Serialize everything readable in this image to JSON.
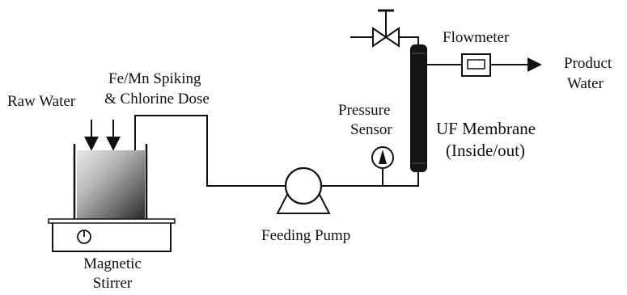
{
  "labels": {
    "raw_water": "Raw Water",
    "spiking_line1": "Fe/Mn Spiking",
    "spiking_line2": "& Chlorine Dose",
    "magnetic_line1": "Magnetic",
    "magnetic_line2": "Stirrer",
    "feeding_pump": "Feeding Pump",
    "pressure_line1": "Pressure",
    "pressure_line2": "Sensor",
    "uf_line1": "UF Membrane",
    "uf_line2": "(Inside/out)",
    "flowmeter": "Flowmeter",
    "product_line1": "Product",
    "product_line2": "Water"
  }
}
